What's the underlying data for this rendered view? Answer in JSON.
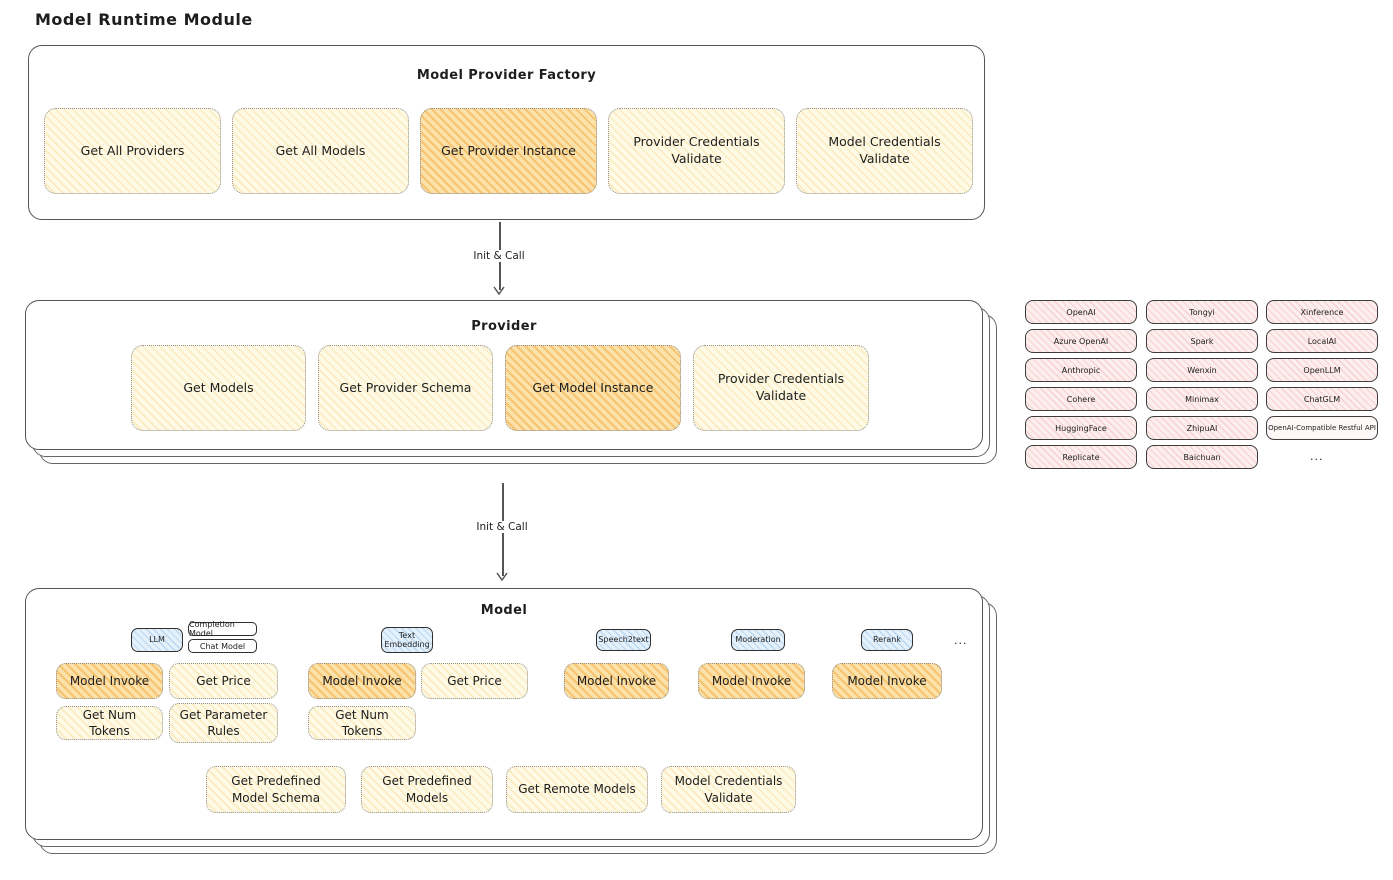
{
  "title": "Model Runtime Module",
  "colors": {
    "node_yellow": "#fefae6",
    "node_highlight_orange": "#fbe2ab",
    "provider_chip_pink": "#fdeeee",
    "tag_blue": "#e4f1fb",
    "stroke_dark": "#3d3d3d"
  },
  "factory": {
    "title": "Model Provider Factory",
    "buttons": [
      {
        "label": "Get All Providers",
        "highlight": false
      },
      {
        "label": "Get All Models",
        "highlight": false
      },
      {
        "label": "Get Provider Instance",
        "highlight": true
      },
      {
        "label": "Provider Credentials Validate",
        "highlight": false
      },
      {
        "label": "Model Credentials Validate",
        "highlight": false
      }
    ]
  },
  "arrow1": {
    "label": "Init & Call"
  },
  "arrow2": {
    "label": "Init & Call"
  },
  "provider": {
    "title": "Provider",
    "buttons": [
      {
        "label": "Get Models",
        "highlight": false
      },
      {
        "label": "Get Provider Schema",
        "highlight": false
      },
      {
        "label": "Get Model Instance",
        "highlight": true
      },
      {
        "label": "Provider Credentials Validate",
        "highlight": false
      }
    ]
  },
  "providers_list": {
    "items": [
      "OpenAI",
      "Tongyi",
      "Xinference",
      "Azure OpenAI",
      "Spark",
      "LocalAI",
      "Anthropic",
      "Wenxin",
      "OpenLLM",
      "Cohere",
      "Minimax",
      "ChatGLM",
      "HuggingFace",
      "ZhipuAI",
      "OpenAI-Compatible Restful API",
      "Replicate",
      "Baichuan",
      "..."
    ]
  },
  "model": {
    "title": "Model",
    "tags": {
      "llm": "LLM",
      "completion": "Completion Model",
      "chat": "Chat Model",
      "embedding": "Text Embedding",
      "speech": "Speech2text",
      "moderation": "Moderation",
      "rerank": "Rerank",
      "more": "..."
    },
    "buttons": {
      "llm_invoke": "Model Invoke",
      "llm_price": "Get Price",
      "llm_tokens": "Get Num Tokens",
      "llm_rules": "Get Parameter Rules",
      "emb_invoke": "Model Invoke",
      "emb_price": "Get Price",
      "emb_tokens": "Get Num Tokens",
      "speech_invoke": "Model Invoke",
      "moderation_invoke": "Model Invoke",
      "rerank_invoke": "Model Invoke"
    },
    "bottom": [
      {
        "label": "Get Predefined Model Schema"
      },
      {
        "label": "Get Predefined Models"
      },
      {
        "label": "Get Remote Models"
      },
      {
        "label": "Model Credentials Validate"
      }
    ]
  }
}
